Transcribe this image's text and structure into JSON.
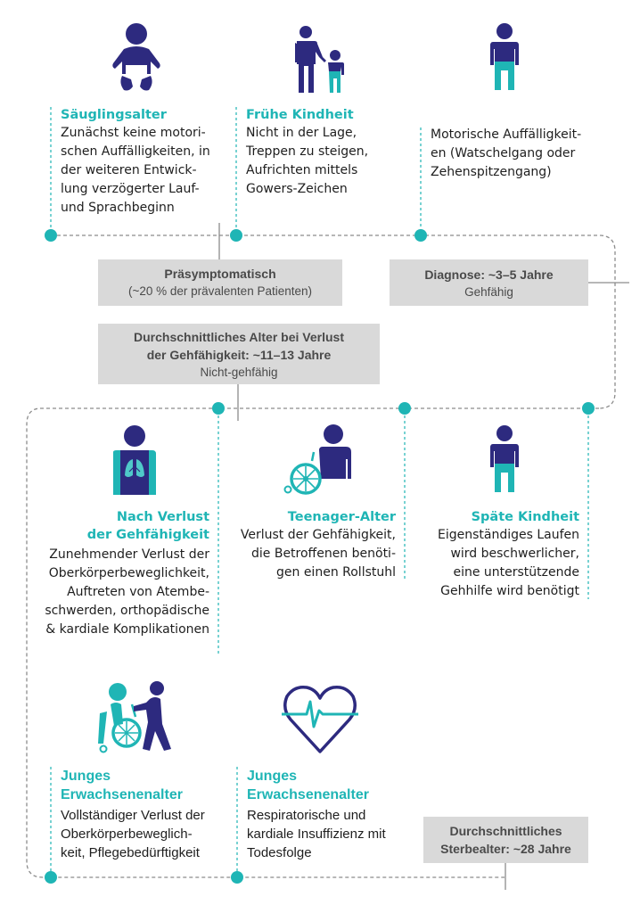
{
  "colors": {
    "navy": "#2d2a7f",
    "teal": "#1fb5b5",
    "box_bg": "#d9d9d9",
    "box_text": "#4a4a4a",
    "dashed_line": "#8c8c8c"
  },
  "stages": [
    {
      "id": "saeuglingsalter",
      "icon": "baby-icon",
      "title": "Säuglingsalter",
      "lines": [
        "Zunächst keine motori-",
        "schen Auffälligkeiten, in",
        "der weiteren Entwick-",
        "lung verzögerter Lauf-",
        "und Sprachbeginn"
      ]
    },
    {
      "id": "fruehe-kindheit",
      "icon": "adult-with-child-icon",
      "title": "Frühe Kindheit",
      "lines": [
        "Nicht in der Lage,",
        "Treppen zu steigen,",
        "Aufrichten mittels",
        "Gowers-Zeichen"
      ]
    },
    {
      "id": "motorische",
      "icon": "child-standing-icon",
      "title": "",
      "lines": [
        "Motorische Auffälligkeit-",
        "en (Watschelgang oder",
        "Zehenspitzengang)"
      ]
    },
    {
      "id": "nach-verlust",
      "icon": "lungs-torso-icon",
      "title_lines": [
        "Nach Verlust",
        "der Gehfähigkeit"
      ],
      "lines": [
        "Zunehmender Verlust der",
        "Oberkörperbeweglichkeit,",
        "Auftreten von Atembe-",
        "schwerden, orthopädische",
        "& kardiale Komplikationen"
      ]
    },
    {
      "id": "teenager",
      "icon": "wheelchair-person-icon",
      "title": "Teenager-Alter",
      "lines": [
        "Verlust der Gehfähigkeit,",
        "die Betroffenen benöti-",
        "gen einen Rollstuhl"
      ]
    },
    {
      "id": "spaete-kindheit",
      "icon": "child-standing-icon",
      "title": "Späte Kindheit",
      "lines": [
        "Eigenständiges Laufen",
        "wird beschwerlicher,",
        "eine unterstützende",
        "Gehhilfe wird benötigt"
      ]
    },
    {
      "id": "junges-erw-1",
      "icon": "caregiver-pushing-wheelchair-icon",
      "title_lines": [
        "Junges",
        "Erwachsenenalter"
      ],
      "lines": [
        "Vollständiger Verlust der",
        "Oberkörperbeweglich-",
        "keit, Pflegebedürftigkeit"
      ]
    },
    {
      "id": "junges-erw-2",
      "icon": "heart-pulse-icon",
      "title_lines": [
        "Junges",
        "Erwachsenenalter"
      ],
      "lines": [
        "Respiratorische und",
        "kardiale Insuffizienz mit",
        "Todesfolge"
      ]
    }
  ],
  "boxes": {
    "praesymptomatisch": {
      "bold": "Präsymptomatisch",
      "normal": "(~20 % der prävalenten Patienten)"
    },
    "diagnose": {
      "bold": "Diagnose: ~3–5 Jahre",
      "normal": "Gehfähig"
    },
    "verlust": {
      "bold_lines": [
        "Durchschnittliches Alter bei Verlust",
        "der Gehfähigkeit: ~11–13 Jahre"
      ],
      "normal": "Nicht-gehfähig"
    },
    "sterbealter": {
      "bold_lines": [
        "Durchschnittliches",
        "Sterbealter: ~28 Jahre"
      ]
    }
  }
}
